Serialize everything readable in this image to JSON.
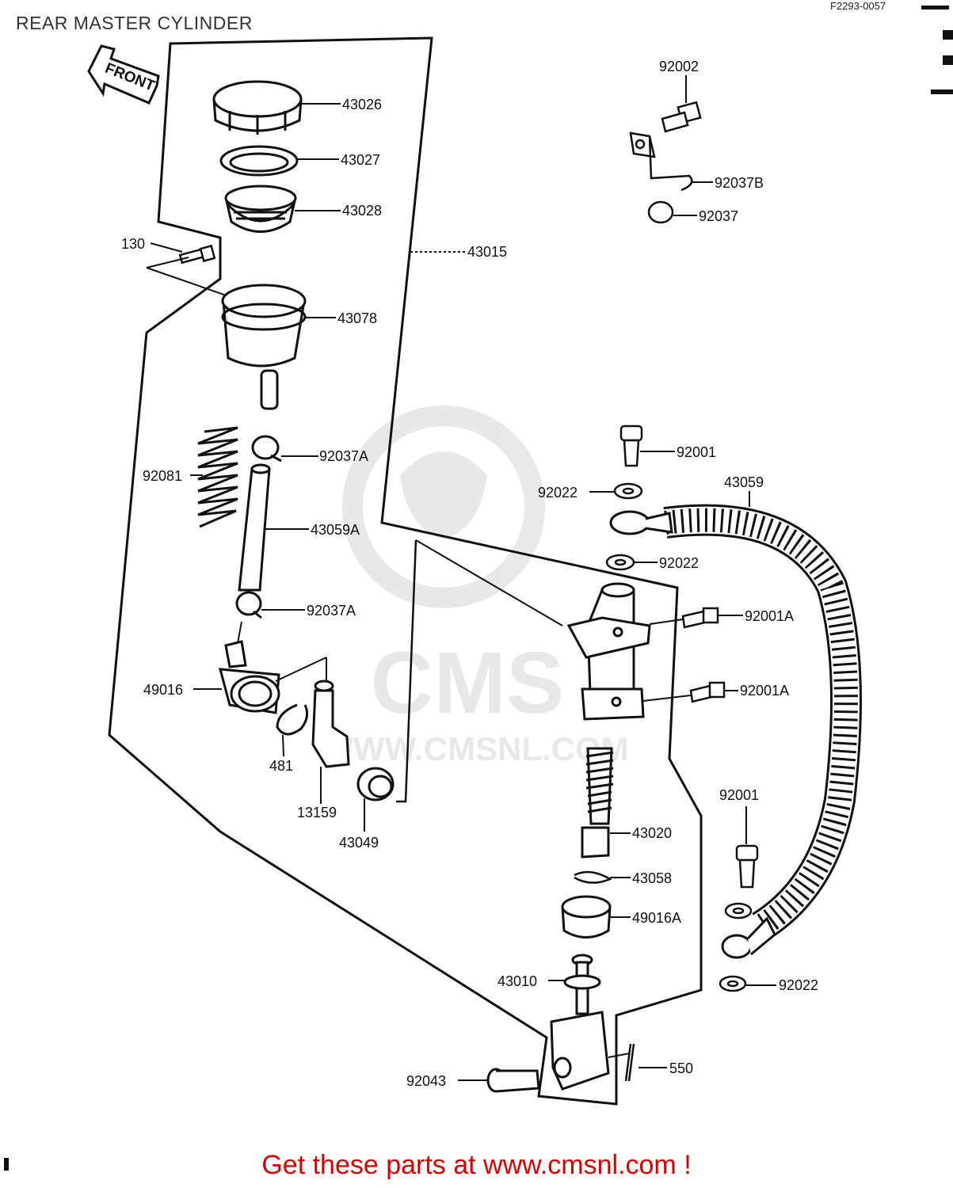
{
  "page": {
    "title": "REAR MASTER CYLINDER",
    "diagram_code": "F2293-0057"
  },
  "front_arrow": {
    "label": "FRONT"
  },
  "watermark": {
    "brand": "CMS",
    "url": "WWW.CMSNL.COM"
  },
  "parts": {
    "p43026": "43026",
    "p43027": "43027",
    "p43028": "43028",
    "p130": "130",
    "p43015": "43015",
    "p43078": "43078",
    "p92081": "92081",
    "p92037A_top": "92037A",
    "p43059A": "43059A",
    "p92037A_bottom": "92037A",
    "p49016": "49016",
    "p481": "481",
    "p13159": "13159",
    "p43049": "43049",
    "p92002": "92002",
    "p92037B": "92037B",
    "p92037": "92037",
    "p92001_top": "92001",
    "p92022_top": "92022",
    "p43059": "43059",
    "p92022_mid": "92022",
    "p92001A_top": "92001A",
    "p92001A_bottom": "92001A",
    "p43020": "43020",
    "p43058": "43058",
    "p49016A": "49016A",
    "p43010": "43010",
    "p92043": "92043",
    "p550": "550",
    "p92001_right": "92001",
    "p92022_bottom": "92022"
  },
  "footer": {
    "cta": "Get these parts at www.cmsnl.com !"
  }
}
